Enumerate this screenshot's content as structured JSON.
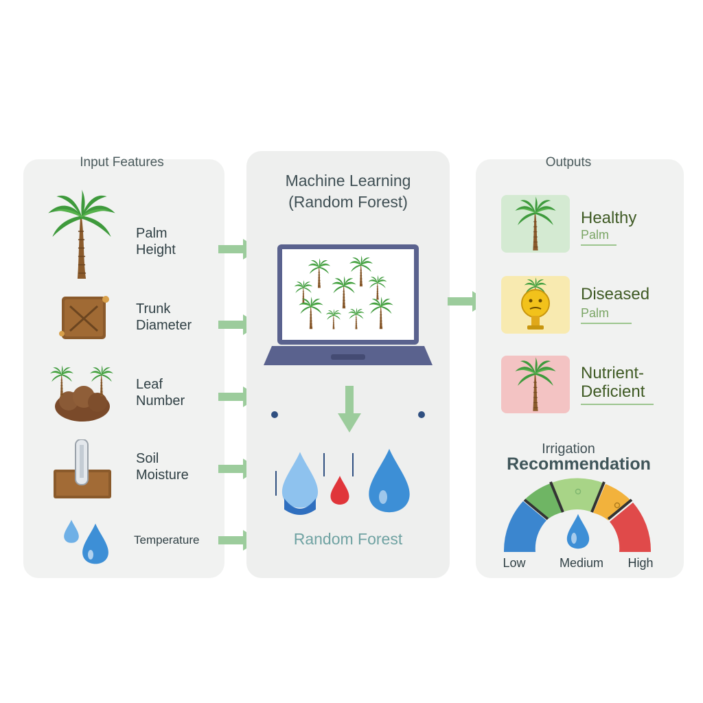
{
  "inputs": {
    "heading": "Input Features",
    "features": [
      {
        "line1": "Palm",
        "line2": "Height",
        "icon": "palm-tree-icon"
      },
      {
        "line1": "Trunk",
        "line2": "Diameter",
        "icon": "trunk-block-icon"
      },
      {
        "line1": "Leaf",
        "line2": "Number",
        "icon": "leaf-cluster-icon"
      },
      {
        "line1": "Soil",
        "line2": "Moisture",
        "icon": "soil-probe-icon"
      },
      {
        "line1": "Temperature",
        "line2": "",
        "icon": "water-drops-icon"
      }
    ]
  },
  "model": {
    "title_line1": "Machine Learning",
    "title_line2": "(Random Forest)",
    "caption": "Random Forest",
    "icons": [
      "laptop-icon",
      "forest-icon",
      "down-arrow-icon",
      "water-drops-icon"
    ]
  },
  "outputs": {
    "heading": "Outputs",
    "classes": [
      {
        "line1": "Healthy",
        "line2": "Palm",
        "tag": "",
        "tile_color": "#d4ead2",
        "icon": "palm-tree-icon"
      },
      {
        "line1": "Diseased",
        "line2": "Palm",
        "tag": "",
        "tile_color": "#f8eab0",
        "icon": "diseased-palm-icon"
      },
      {
        "line1": "Nutrient-",
        "line2": "Deficient",
        "tag": "",
        "tile_color": "#f3c3c3",
        "icon": "palm-tree-icon"
      }
    ],
    "irrigation": {
      "title_line1": "Irrigation",
      "title_line2": "Recommendation",
      "levels": [
        "Low",
        "Medium",
        "High"
      ],
      "gauge_colors": [
        "#3b86cf",
        "#6fb564",
        "#a8d487",
        "#f2b23c",
        "#e04a4a"
      ]
    }
  },
  "colors": {
    "arrow": "#9ccc9c",
    "palm_leaf": "#3e9a3c",
    "trunk": "#8a5a2b",
    "water_blue": "#3d8fd6",
    "water_red": "#e0353a"
  }
}
